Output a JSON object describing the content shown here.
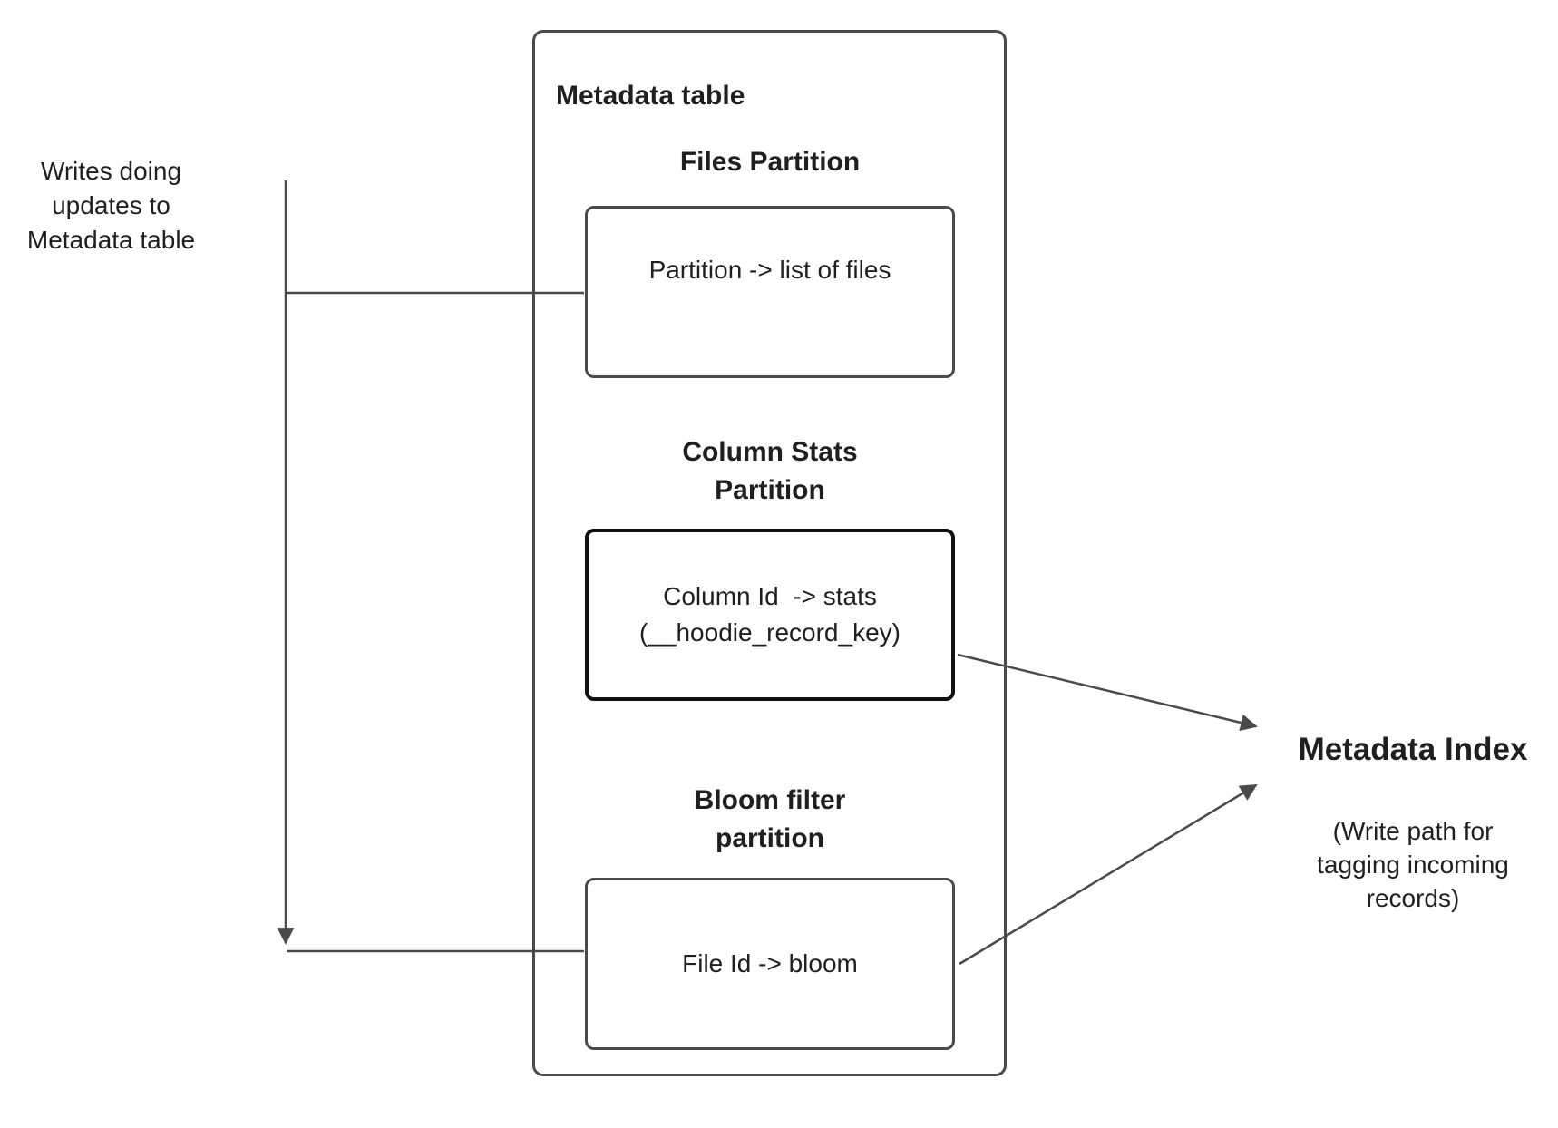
{
  "diagram": {
    "left_note": {
      "lines": [
        "Writes doing",
        "updates to",
        "Metadata table"
      ]
    },
    "metadata_table": {
      "title": "Metadata table",
      "files_partition": {
        "heading": "Files Partition",
        "content": "Partition -> list of files"
      },
      "column_stats_partition": {
        "heading_line1": "Column Stats",
        "heading_line2": "Partition",
        "content_line1": "Column Id  -> stats",
        "content_line2": "(__hoodie_record_key)"
      },
      "bloom_filter_partition": {
        "heading_line1": "Bloom filter",
        "heading_line2": "partition",
        "content": "File Id -> bloom"
      }
    },
    "metadata_index": {
      "title": "Metadata Index",
      "subtitle_lines": [
        "(Write path for",
        "tagging incoming",
        "records)"
      ]
    },
    "colors": {
      "connector_line": "#4a4a4a",
      "box_border": "#4a4a4a",
      "emphasis_box_border": "#111111",
      "text": "#1f1f1f",
      "background": "#ffffff"
    }
  }
}
